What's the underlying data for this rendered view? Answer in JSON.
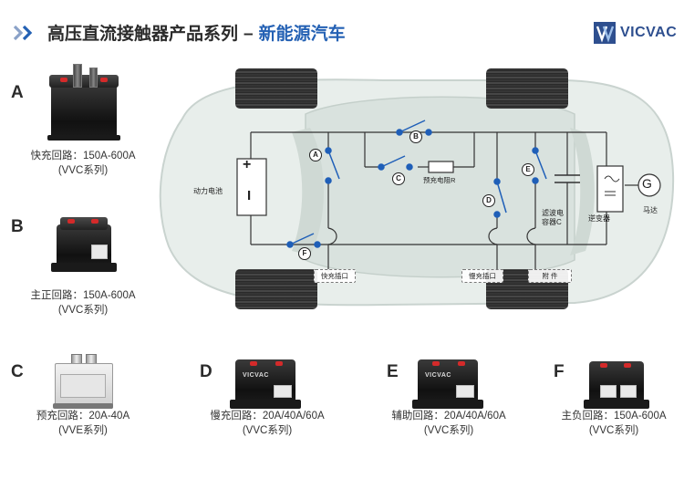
{
  "header": {
    "title": "高压直流接触器产品系列",
    "dash": "–",
    "subtitle": "新能源汽车",
    "brand": "VICVAC"
  },
  "products": [
    {
      "letter": "A",
      "caption_line1": "快充回路：150A-600A",
      "caption_line2": "(VVC系列)"
    },
    {
      "letter": "B",
      "caption_line1": "主正回路：150A-600A",
      "caption_line2": "(VVC系列)"
    },
    {
      "letter": "C",
      "caption_line1": "预充回路：20A-40A",
      "caption_line2": "(VVE系列)"
    },
    {
      "letter": "D",
      "caption_line1": "慢充回路：20A/40A/60A",
      "caption_line2": "(VVC系列)"
    },
    {
      "letter": "E",
      "caption_line1": "辅助回路：20A/40A/60A",
      "caption_line2": "(VVC系列)"
    },
    {
      "letter": "F",
      "caption_line1": "主负回路：150A-600A",
      "caption_line2": "(VVC系列)"
    }
  ],
  "diagram": {
    "battery_label": "动力电池",
    "battery_plus": "+",
    "battery_minus": "I",
    "precharge_resistor": "预充电阻R",
    "filter_cap_line1": "滤波电",
    "filter_cap_line2": "容器C",
    "inverter": "逆变器",
    "motor_symbol": "G",
    "motor": "马达",
    "fast_charge_port": "快充插口",
    "slow_charge_port": "慢充插口",
    "accessory": "附 件",
    "switch_labels": [
      "A",
      "B",
      "C",
      "D",
      "E",
      "F"
    ]
  },
  "colors": {
    "accent_blue": "#2461b4",
    "switch_blue": "#1f5fb8",
    "car_body": "#e6ece9"
  }
}
